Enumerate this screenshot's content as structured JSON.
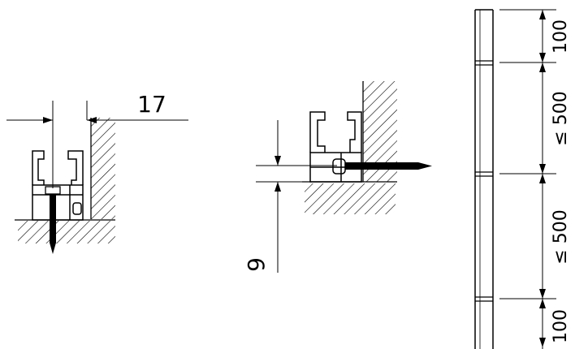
{
  "drawing": {
    "detail_left": {
      "dim_width": "17"
    },
    "detail_center": {
      "dim_height": "9"
    },
    "rail": {
      "dim_top": "100",
      "dim_upper_span": "≤ 500",
      "dim_lower_span": "≤ 500",
      "dim_bottom": "100"
    },
    "colors": {
      "line": "#000000",
      "background": "#ffffff"
    }
  }
}
